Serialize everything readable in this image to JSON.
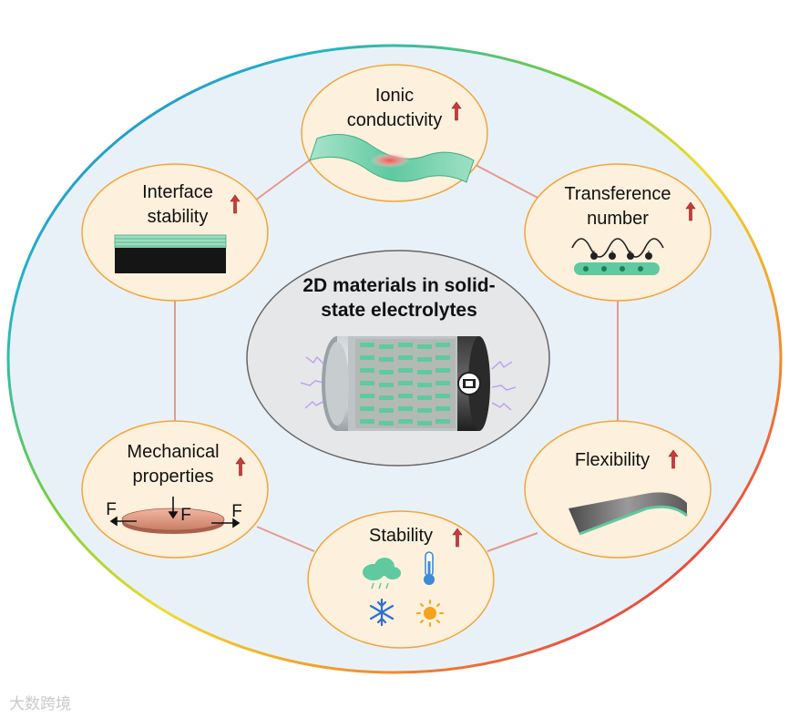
{
  "center": {
    "title_line1": "2D materials in solid-",
    "title_line2": "state electrolytes"
  },
  "nodes": {
    "ionic": {
      "line1": "Ionic",
      "line2": "conductivity"
    },
    "transference": {
      "line1": "Transference",
      "line2": "number"
    },
    "flexibility": {
      "line1": "Flexibility"
    },
    "stability": {
      "line1": "Stability"
    },
    "mechanical": {
      "line1": "Mechanical",
      "line2": "properties",
      "force_label": "F"
    },
    "interface": {
      "line1": "Interface",
      "line2": "stability"
    }
  },
  "watermark": "大数跨境",
  "colors": {
    "panel_fill": "#e9f1f8",
    "node_fill": "#fdf0dc",
    "node_stroke": "#f0a63a",
    "connector": "#e49a8d",
    "up_arrow": "#c93b3b",
    "green": "#5fc9a0"
  },
  "icons": [
    "up-arrow-icon",
    "cloud-rain-icon",
    "thermometer-icon",
    "snowflake-icon",
    "sun-icon"
  ]
}
